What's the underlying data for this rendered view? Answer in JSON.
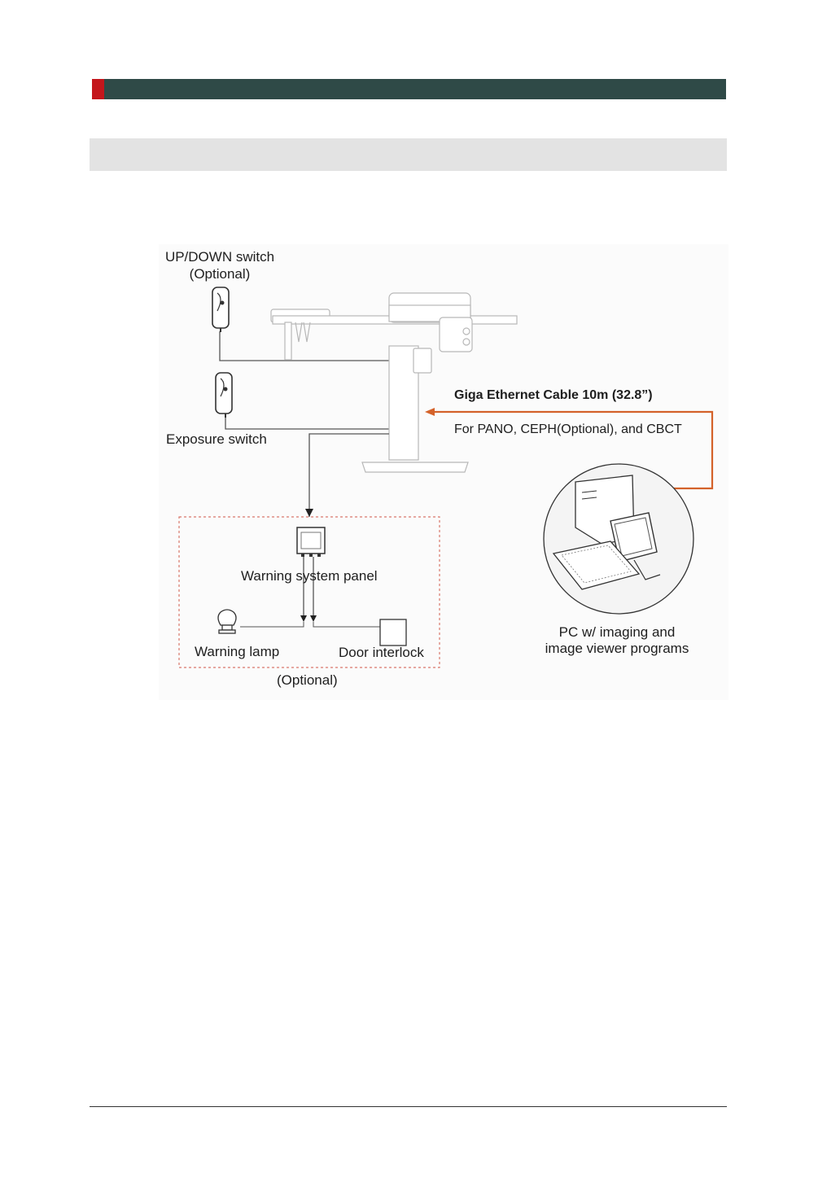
{
  "colors": {
    "header_bar": "#2f4a47",
    "header_accent": "#c4161c",
    "section_band": "#e3e3e3",
    "cable_arrow": "#d4622a",
    "outline": "#444444",
    "dashed_box": "#d9776b"
  },
  "diagram": {
    "updown_switch": {
      "line1": "UP/DOWN switch",
      "line2": "(Optional)"
    },
    "exposure_switch": "Exposure switch",
    "cable": {
      "title": "Giga Ethernet Cable 10m (32.8”)",
      "subtitle": "For PANO, CEPH(Optional), and CBCT"
    },
    "warning_panel": "Warning system panel",
    "warning_lamp": "Warning lamp",
    "door_interlock": "Door interlock",
    "optional_group": "(Optional)",
    "pc": {
      "line1": "PC w/ imaging and",
      "line2": "image viewer programs"
    },
    "icons": [
      "handheld-switch-icon",
      "xray-unit-icon",
      "panel-box-icon",
      "lamp-icon",
      "door-icon",
      "computer-icon"
    ]
  }
}
